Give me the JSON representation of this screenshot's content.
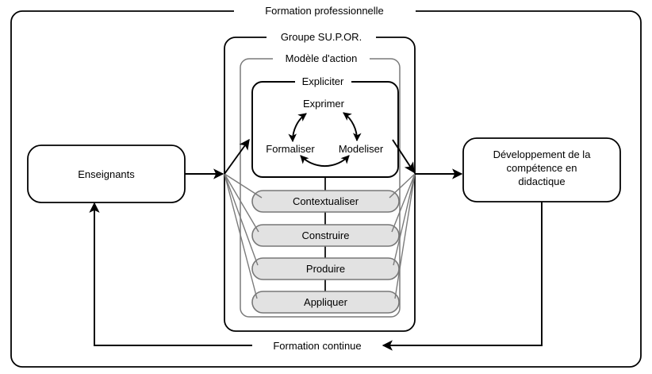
{
  "diagram": {
    "title": "Formation professionnelle",
    "frames": [
      {
        "id": "outer",
        "label": "Formation professionnelle"
      },
      {
        "id": "groupe",
        "label": "Groupe SU.P.OR."
      },
      {
        "id": "modele",
        "label": "Modèle d'action"
      },
      {
        "id": "expliciter",
        "label": "Expliciter"
      }
    ],
    "boxes": {
      "left": {
        "label": "Enseignants"
      },
      "right": {
        "line1": "Développement de la",
        "line2": "compétence en",
        "line3": "didactique"
      }
    },
    "cycle": {
      "top": "Exprimer",
      "bottom_left": "Formaliser",
      "bottom_right": "Modeliser"
    },
    "pills": [
      {
        "label": "Contextualiser"
      },
      {
        "label": "Construire"
      },
      {
        "label": "Produire"
      },
      {
        "label": "Appliquer"
      }
    ],
    "feedback": {
      "label": "Formation continue"
    },
    "colors": {
      "line": "#000000",
      "gray_line": "#7a7a7a",
      "pill_fill": "#e2e2e2",
      "pill_border": "#777777",
      "background": "#ffffff"
    }
  }
}
